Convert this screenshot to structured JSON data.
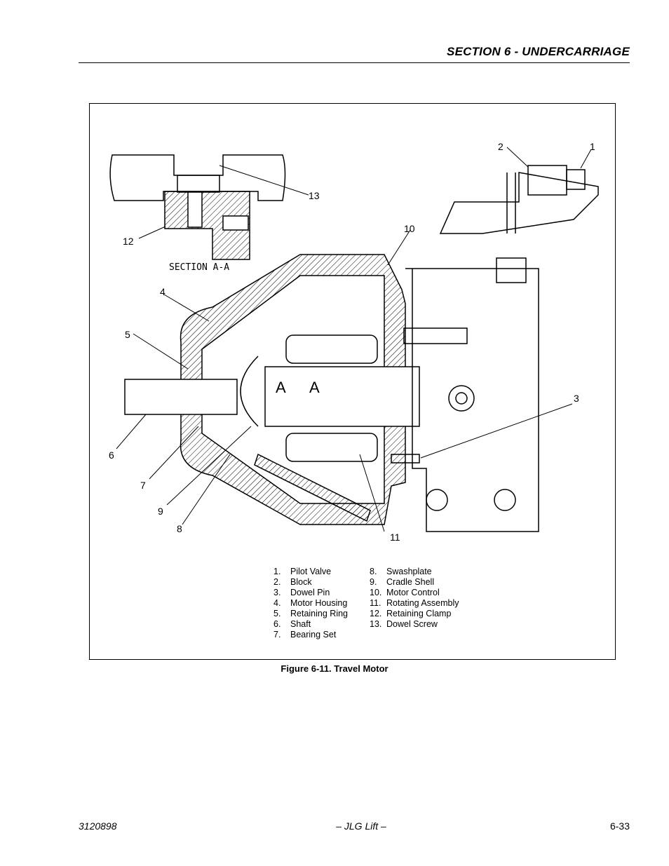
{
  "header": {
    "section_title": "SECTION 6 - UNDERCARRIAGE"
  },
  "figure": {
    "section_label": "SECTION A-A",
    "section_letter": "A",
    "callouts": [
      "1",
      "2",
      "3",
      "4",
      "5",
      "6",
      "7",
      "8",
      "9",
      "10",
      "11",
      "12",
      "13"
    ],
    "legend_left": [
      {
        "num": "1.",
        "label": "Pilot Valve"
      },
      {
        "num": "2.",
        "label": "Block"
      },
      {
        "num": "3.",
        "label": "Dowel Pin"
      },
      {
        "num": "4.",
        "label": "Motor Housing"
      },
      {
        "num": "5.",
        "label": "Retaining Ring"
      },
      {
        "num": "6.",
        "label": "Shaft"
      },
      {
        "num": "7.",
        "label": "Bearing Set"
      }
    ],
    "legend_right": [
      {
        "num": "8.",
        "label": "Swashplate"
      },
      {
        "num": "9.",
        "label": "Cradle Shell"
      },
      {
        "num": "10.",
        "label": "Motor Control"
      },
      {
        "num": "11.",
        "label": "Rotating Assembly"
      },
      {
        "num": "12.",
        "label": "Retaining Clamp"
      },
      {
        "num": "13.",
        "label": "Dowel Screw"
      }
    ],
    "caption": "Figure 6-11.  Travel Motor"
  },
  "footer": {
    "doc_number": "3120898",
    "publisher": "– JLG Lift –",
    "page_number": "6-33"
  }
}
